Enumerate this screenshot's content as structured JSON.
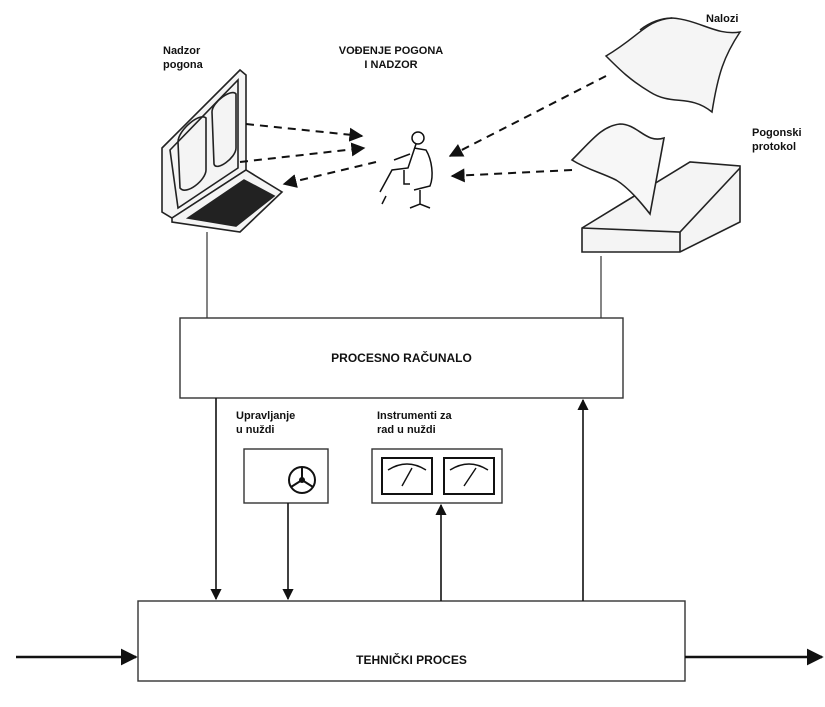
{
  "labels": {
    "operations_supervision": "VOĐENJE POGONA\nI NADZOR",
    "plant_monitoring": "Nadzor\npogona",
    "orders": "Nalozi",
    "operations_log": "Pogonski\nprotokol",
    "process_computer": "PROCESNO RAČUNALO",
    "emergency_control": "Upravljanje\nu nuždi",
    "emergency_instruments": "Instrumenti za\nrad u nuždi",
    "technical_process": "TEHNIČKI PROCES"
  }
}
